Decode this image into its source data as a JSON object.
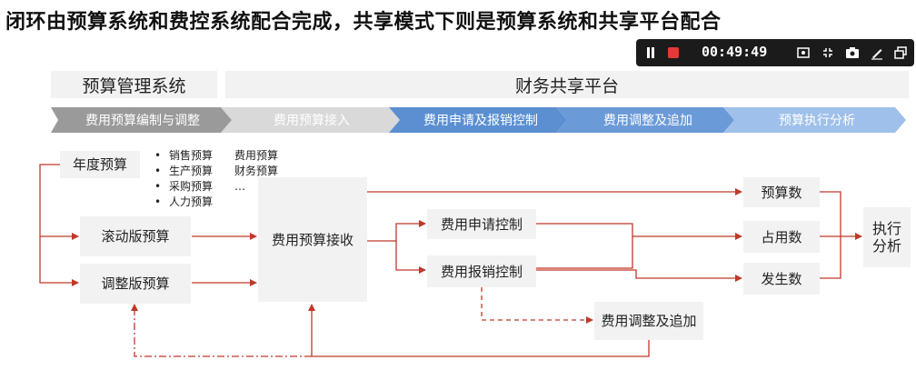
{
  "title": "闭环由预算系统和费控系统配合完成，共享模式下则是预算系统和共享平台配合",
  "recorder": {
    "time": "00:49:49",
    "icons": [
      "pause-icon",
      "stop-icon",
      "screenshot-icon",
      "fullscreen-icon",
      "camera-icon",
      "pen-icon",
      "restore-window-icon"
    ]
  },
  "headers": {
    "left": "预算管理系统",
    "right": "财务共享平台"
  },
  "stages": [
    "费用预算编制与调整",
    "费用预算接入",
    "费用申请及报销控制",
    "费用调整及追加",
    "预算执行分析"
  ],
  "colors": {
    "arrow": "#c0392b",
    "stage_gray": "#9a9a9a",
    "stage_blue": "#5b8fd1",
    "stage_lightblue": "#8fb6e8"
  },
  "boxes": {
    "annual": "年度预算",
    "rolling": "滚动版预算",
    "adjust": "调整版预算",
    "receive": "费用预算接收",
    "apply_ctrl": "费用申请控制",
    "reimb_ctrl": "费用报销控制",
    "adjust_add": "费用调整及追加",
    "budget_num": "预算数",
    "occupied": "占用数",
    "incurred": "发生数",
    "exec_analysis": "执行分析"
  },
  "budget_items": [
    [
      "销售预算",
      "费用预算"
    ],
    [
      "生产预算",
      "财务预算"
    ],
    [
      "采购预算",
      "…"
    ],
    [
      "人力预算",
      ""
    ]
  ]
}
